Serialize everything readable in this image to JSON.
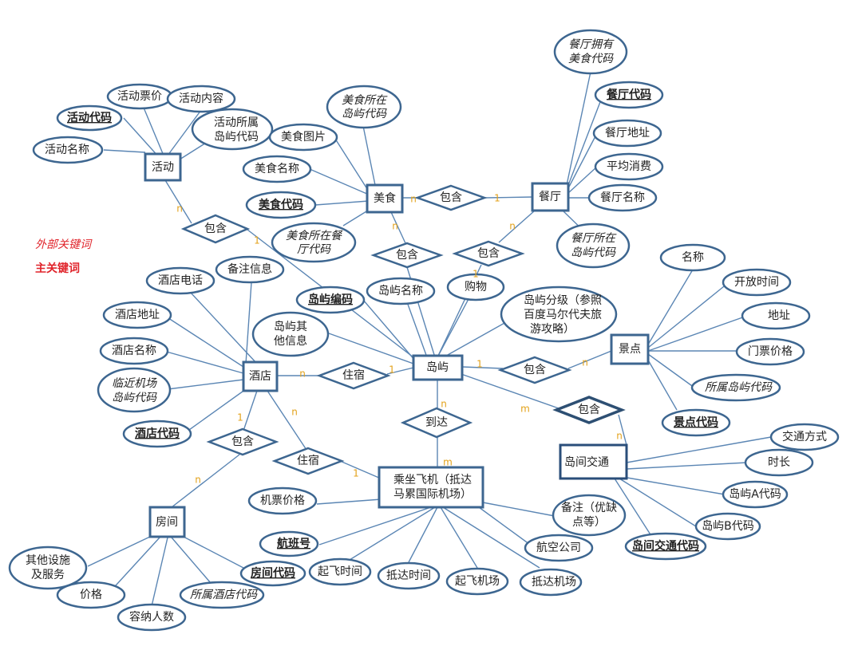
{
  "legend": {
    "external_key": "外部关键词",
    "main_key": "主关键词"
  },
  "entities": {
    "activity": "活动",
    "food": "美食",
    "restaurant": "餐厅",
    "island": "岛屿",
    "hotel": "酒店",
    "room": "房间",
    "scenic": "景点",
    "interisland": "岛间交通",
    "flight": [
      "乘坐飞机（抵达",
      "马累国际机场）"
    ]
  },
  "relations": {
    "activity_island": "包含",
    "food_restaurant": "包含",
    "food_island": "包含",
    "restaurant_island": "包含",
    "hotel_island": "住宿",
    "island_scenic": "包含",
    "island_transport": "包含",
    "island_flight": "到达",
    "hotel_room": "包含",
    "hotel_flight": "住宿"
  },
  "attributes": {
    "activity_price": "活动票价",
    "activity_content": "活动内容",
    "activity_code": "活动代码",
    "activity_island_code": [
      "活动所属",
      "岛屿代码"
    ],
    "activity_name": "活动名称",
    "food_island_code_top": [
      "美食所在",
      "岛屿代码"
    ],
    "food_image": "美食图片",
    "food_name": "美食名称",
    "food_code": "美食代码",
    "food_restaurant_code": [
      "美食所在餐",
      "厅代码"
    ],
    "rest_food_code": [
      "餐厅拥有",
      "美食代码"
    ],
    "rest_code": "餐厅代码",
    "rest_address": "餐厅地址",
    "rest_avg": "平均消费",
    "rest_name": "餐厅名称",
    "rest_island_code": [
      "餐厅所在",
      "岛屿代码"
    ],
    "island_name": "岛屿名称",
    "shopping": "购物",
    "island_grade": [
      "岛屿分级（参照",
      "百度马尔代夫旅",
      "游攻略）"
    ],
    "island_code": "岛屿编码",
    "island_other": [
      "岛屿其",
      "他信息"
    ],
    "hotel_phone": "酒店电话",
    "hotel_note": "备注信息",
    "hotel_address": "酒店地址",
    "hotel_name": "酒店名称",
    "hotel_airport_code": [
      "临近机场",
      "岛屿代码"
    ],
    "hotel_code": "酒店代码",
    "scenic_name": "名称",
    "scenic_open": "开放时间",
    "scenic_address": "地址",
    "scenic_ticket": "门票价格",
    "scenic_island_code": "所属岛屿代码",
    "scenic_code": "景点代码",
    "trans_mode": "交通方式",
    "trans_duration": "时长",
    "trans_islandA": "岛屿A代码",
    "trans_islandB": "岛屿B代码",
    "trans_code": "岛间交通代码",
    "flight_price": "机票价格",
    "flight_no": "航班号",
    "flight_depart_time": "起飞时间",
    "flight_arrive_time": "抵达时间",
    "flight_depart_airport": "起飞机场",
    "flight_arrive_airport": "抵达机场",
    "flight_airline": "航空公司",
    "flight_note": [
      "备注（优缺",
      "点等）"
    ],
    "room_other": [
      "其他设施",
      "及服务"
    ],
    "room_price": "价格",
    "room_capacity": "容纳人数",
    "room_hotel_code": "所属酒店代码",
    "room_code": "房间代码"
  },
  "cardinalities": {
    "c_act_n": "n",
    "c_act_1": "1",
    "c_food_n": "n",
    "c_rest_1": "1",
    "c_food_n2": "n",
    "c_rest_n": "n",
    "c_isl_1": "1",
    "c_hotel_n": "n",
    "c_isl_h": "1",
    "c_isl_s": "1",
    "c_sc_n": "n",
    "c_isl_n": "n",
    "c_fl_m": "m",
    "c_tr_m": "m",
    "c_tr_n": "n",
    "c_hotel_1": "1",
    "c_room_n": "n",
    "c_hotel_n2": "n",
    "c_fl_1": "1"
  },
  "colors": {
    "stroke": "#3d6690",
    "edge": "#5b86b4",
    "cardinality": "#e3a21a",
    "legend": "#e0242b"
  }
}
